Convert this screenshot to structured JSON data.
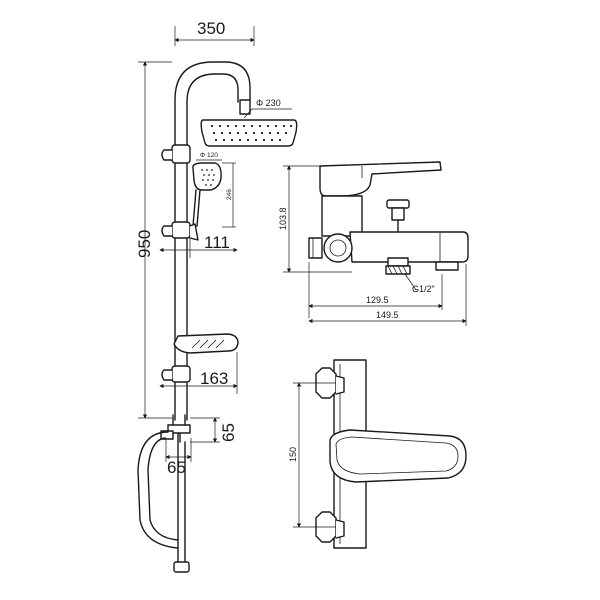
{
  "shower_column": {
    "width_350": "350",
    "height_950": "950",
    "head_dia": "Φ 230",
    "hand_dia": "Φ 120",
    "hand_len": "246",
    "slider_111": "111",
    "dish_163": "163",
    "inlet_65_v": "65",
    "inlet_65_h": "65"
  },
  "mixer_side": {
    "height": "103.8",
    "thread": "G1/2\"",
    "width_short": "129.5",
    "width_long": "149.5"
  },
  "mixer_front": {
    "centers": "150"
  }
}
